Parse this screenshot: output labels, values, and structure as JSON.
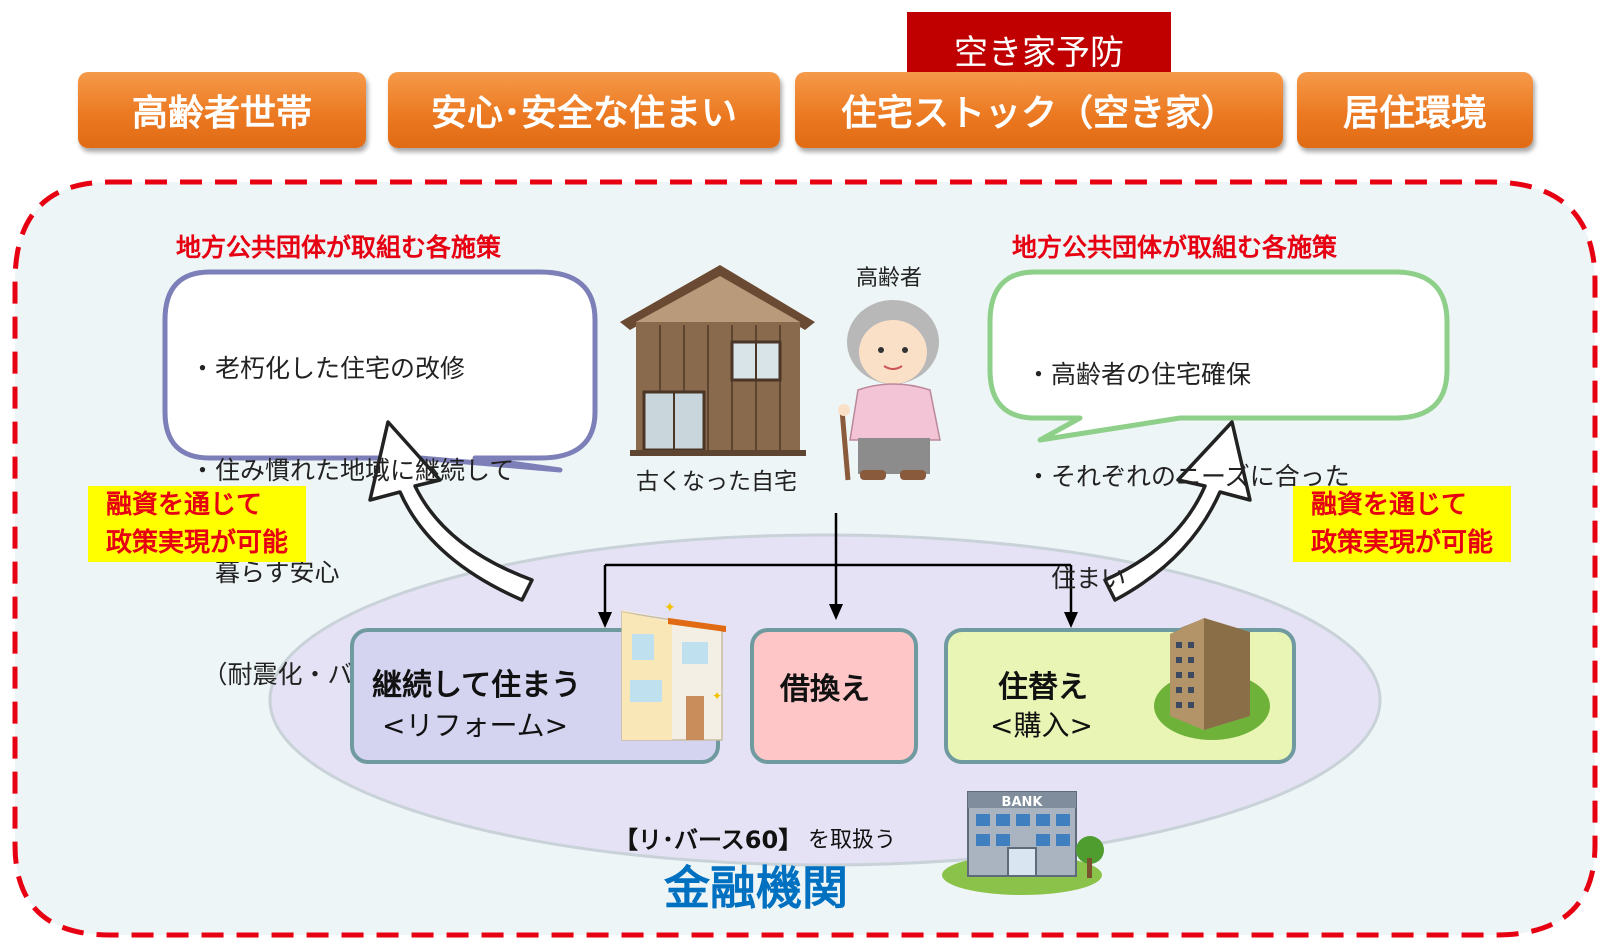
{
  "header": {
    "tabs": [
      {
        "label": "高齢者世帯"
      },
      {
        "label": "安心･安全な住まい"
      },
      {
        "label": "住宅ストック（空き家）"
      },
      {
        "label": "居住環境"
      }
    ],
    "red_tag": "空き家予防"
  },
  "left_policy": {
    "title": "地方公共団体が取組む各施策",
    "lines": [
      "・老朽化した住宅の改修",
      "・住み慣れた地域に継続して",
      "　暮らす安心",
      "　（耐震化・バリアフリー化）"
    ]
  },
  "right_policy": {
    "title": "地方公共団体が取組む各施策",
    "lines": [
      "・高齢者の住宅確保",
      "・それぞれのニーズに合った",
      "　住まい"
    ]
  },
  "labels": {
    "elderly": "高齢者",
    "old_house": "古くなった自宅",
    "financing_left": [
      "融資を通じて",
      "政策実現が可能"
    ],
    "financing_right": [
      "融資を通じて",
      "政策実現が可能"
    ]
  },
  "options": {
    "reform_title": "継続して住まう",
    "reform_sub": "<リフォーム>",
    "refinance_title": "借換え",
    "relocate_title": "住替え",
    "relocate_sub": "<購入>"
  },
  "bank": {
    "logo_text": "【リ･バース60】",
    "handling": "を取扱う",
    "institution": "金融機関",
    "sign": "BANK"
  },
  "colors": {
    "orange_tab": "#ec7a22",
    "red": "#e60012",
    "yellow": "#ffff00",
    "dashed_border": "#e60012",
    "panel_bg": "#eef5f6",
    "ellipse": "#e4e2f4",
    "reform_box": "#d4d3f0",
    "refinance_box": "#ffc6c8",
    "relocate_box": "#e8f5b4",
    "bank_blue": "#0070c0"
  }
}
